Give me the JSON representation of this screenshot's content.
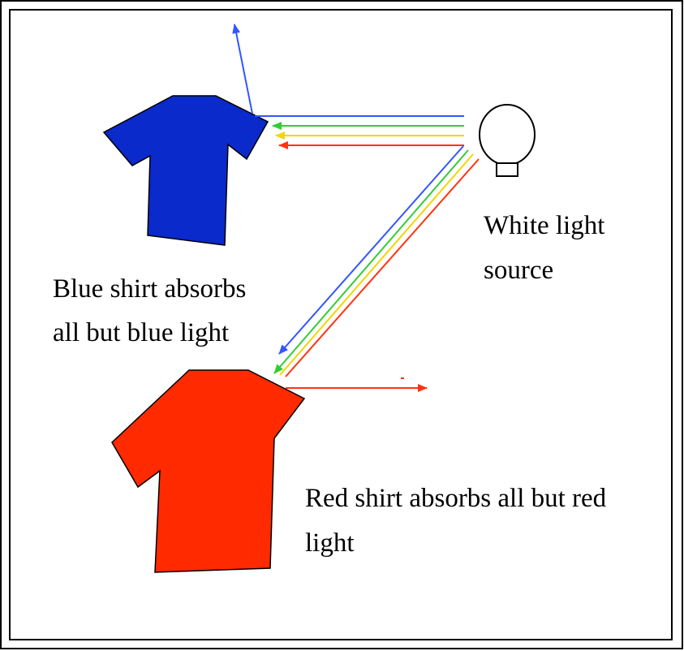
{
  "diagram": {
    "light_label": {
      "line1": "White light",
      "line2": "source"
    },
    "blue_label": {
      "line1": "Blue shirt absorbs",
      "line2": "all but blue light"
    },
    "red_label": {
      "line1": "Red shirt absorbs all but red",
      "line2": "light"
    }
  },
  "colors": {
    "blue_shirt": "#0a2acb",
    "red_shirt": "#ff2a00",
    "ray_blue": "#3355ff",
    "ray_green": "#33cc33",
    "ray_yellow": "#f2d500",
    "ray_red": "#ff3311",
    "frame": "#000000",
    "background": "#ffffff"
  }
}
